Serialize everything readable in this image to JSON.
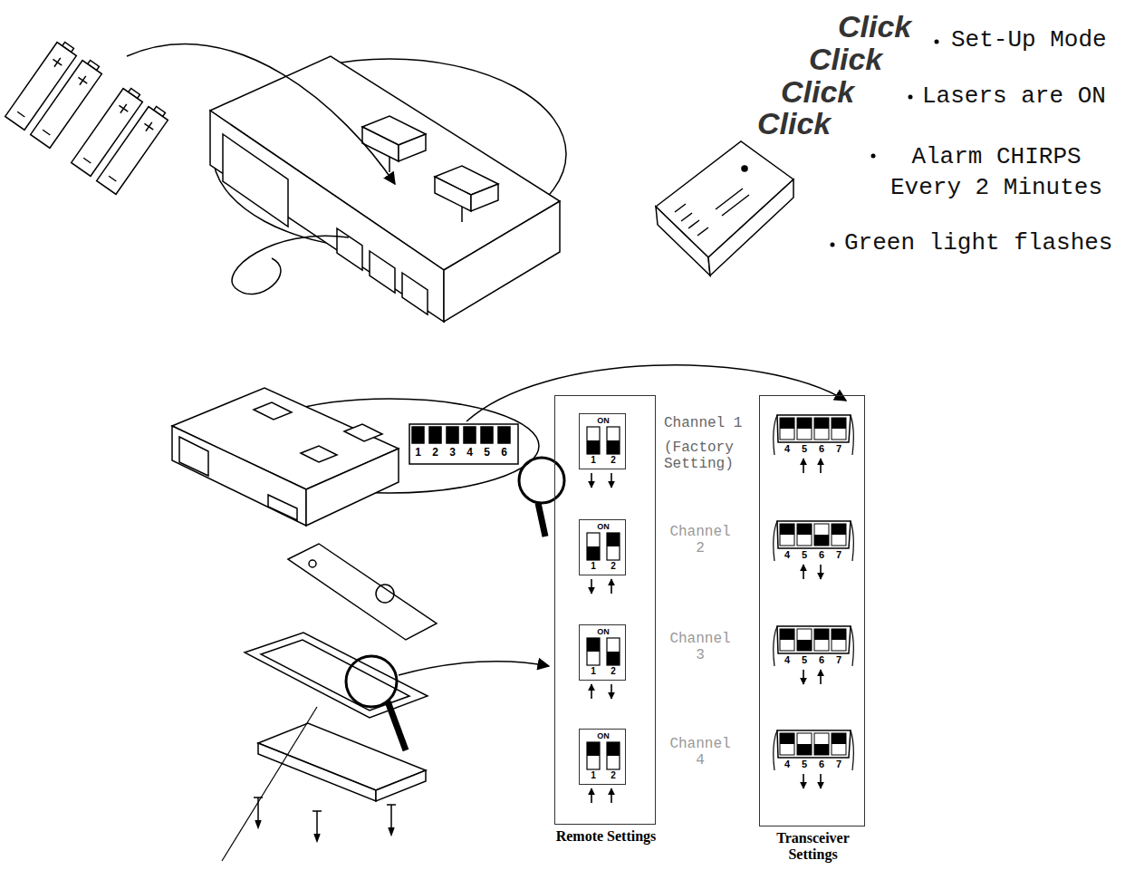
{
  "diagram": {
    "nodes": [
      {
        "text": [
          "Remote Settings"
        ]
      },
      {
        "text": [
          "ON",
          "1",
          "2"
        ],
        "in": 0
      },
      {
        "text": [
          "ON",
          "1",
          "2"
        ],
        "in": 0
      },
      {
        "text": [
          "ON",
          "1",
          "2"
        ],
        "in": 0
      },
      {
        "text": [
          "ON",
          "1",
          "2"
        ],
        "in": 0
      },
      {
        "text": [
          "Transceiver Settings"
        ]
      },
      {
        "text": [
          "4",
          "5",
          "6",
          "7"
        ],
        "in": 5
      },
      {
        "text": [
          "4",
          "5",
          "6",
          "7"
        ],
        "in": 5
      },
      {
        "text": [
          "4",
          "5",
          "6",
          "7"
        ],
        "in": 5
      },
      {
        "text": [
          "4",
          "5",
          "6",
          "7"
        ],
        "in": 5
      }
    ],
    "labels": [
      "Click",
      "Click",
      "Click",
      "Click",
      "Set-Up Mode",
      "Lasers are ON",
      "Alarm CHIRPS Every 2 Minutes",
      "Green light flashes",
      "1",
      "2",
      "3",
      "4",
      "5",
      "6",
      "Channel 1",
      "(Factory Setting)",
      "Channel 2",
      "Channel 3",
      "Channel 4"
    ]
  }
}
